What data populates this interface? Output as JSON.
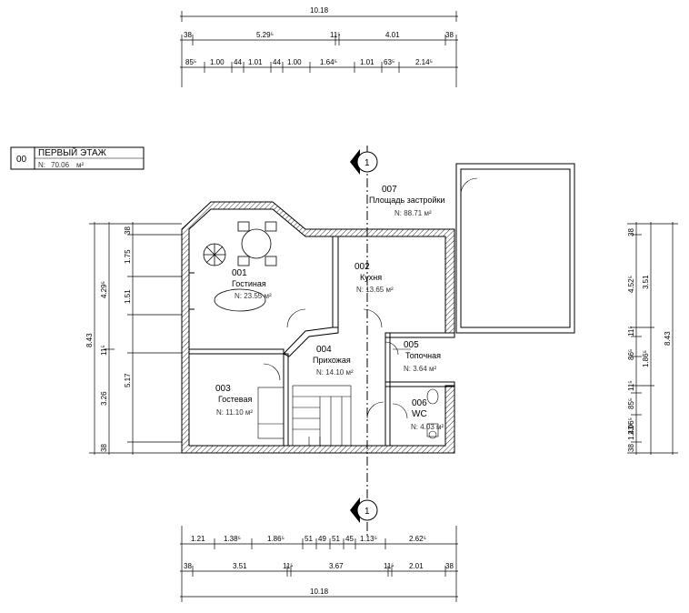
{
  "floor": {
    "code": "00",
    "name": "ПЕРВЫЙ ЭТАЖ",
    "area_prefix": "N:",
    "area_value": "70.06",
    "area_unit": "м²"
  },
  "section_marker": {
    "label": "1"
  },
  "rooms": [
    {
      "num": "001",
      "name": "Гостиная",
      "area": "N: 23.55 м²"
    },
    {
      "num": "002",
      "name": "Кухня",
      "area": "N: 13.65 м²"
    },
    {
      "num": "003",
      "name": "Гостевая",
      "area": "N: 11.10 м²"
    },
    {
      "num": "004",
      "name": "Прихожая",
      "area": "N: 14.10 м²"
    },
    {
      "num": "005",
      "name": "Топочная",
      "area": "N: 3.64 м²"
    },
    {
      "num": "006",
      "name": "WC",
      "area": "N: 4.03 м²"
    },
    {
      "num": "007",
      "name": "Площадь застройки",
      "area": "N: 88.71 м²"
    }
  ],
  "dimensions": {
    "top_overall": "10.18",
    "top_row2": [
      "38",
      "5.29⁵",
      "11⁵",
      "4.01",
      "38"
    ],
    "top_row3": [
      "85⁵",
      "1.00",
      "44",
      "1.01",
      "44",
      "1.00",
      "1.64⁵",
      "1.01",
      "63⁵",
      "2.14⁵"
    ],
    "bottom_row1": [
      "1.21",
      "1.38⁵",
      "1.86⁵",
      "51",
      "49",
      "51",
      "45",
      "1.13⁵",
      "2.62⁵"
    ],
    "bottom_row2": [
      "38",
      "3.51",
      "11⁵",
      "3.67",
      "11⁵",
      "2.01",
      "38"
    ],
    "bottom_overall": "10.18",
    "left_overall": "8.43",
    "left_col2": [
      "4.29⁵",
      "11⁵",
      "3.26",
      "38"
    ],
    "left_col3": [
      "38",
      "1.75",
      "1.51",
      "5.17"
    ],
    "right_overall": "8.43",
    "right_col2": [
      "38",
      "4.52⁵",
      "11⁵",
      "86⁵",
      "11⁵",
      "85⁵",
      "2.06⁵",
      "1.43⁵",
      "38"
    ],
    "right_col3": [
      "3.51",
      "1.86⁵"
    ]
  }
}
